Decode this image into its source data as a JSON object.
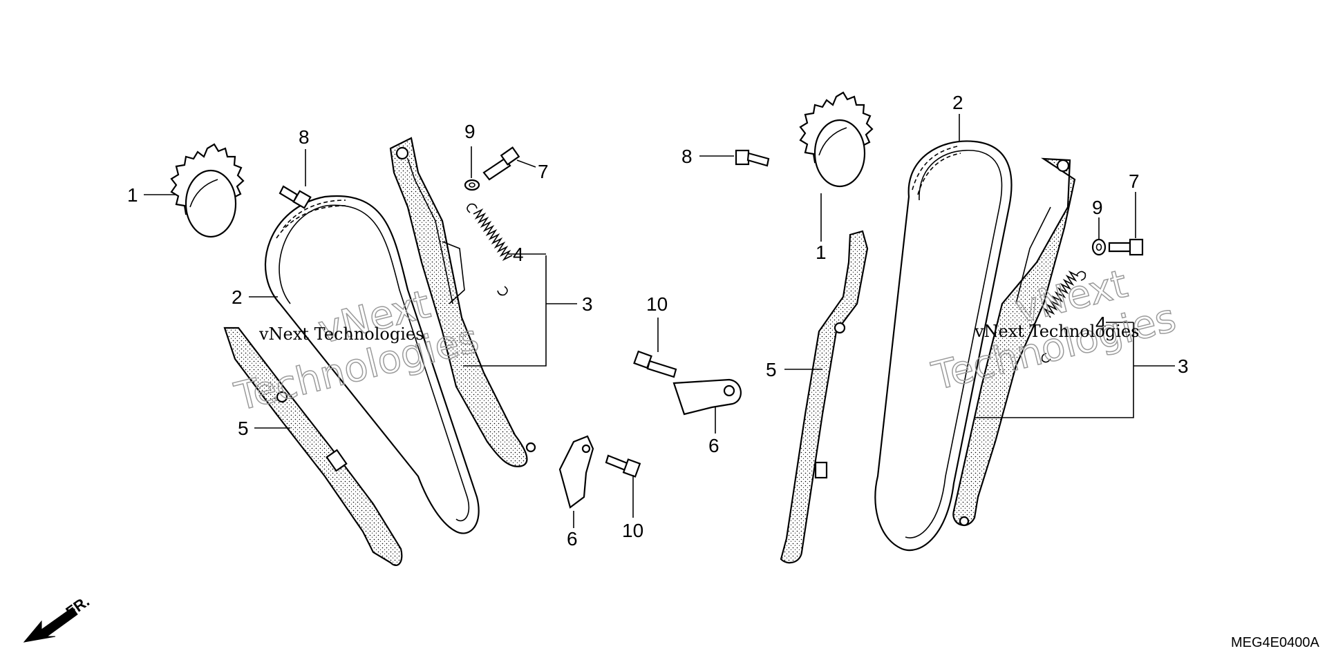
{
  "diagram": {
    "drawing_code": "MEG4E0400A",
    "front_indicator": "FR.",
    "watermark": {
      "line1": "vNext",
      "line2": "Technologies",
      "small": "vNext Technologies"
    },
    "left_assembly": {
      "callouts": [
        "1",
        "2",
        "3",
        "4",
        "5",
        "6",
        "7",
        "8",
        "9",
        "10",
        "10"
      ],
      "parts": [
        "cam-sprocket",
        "cam-chain",
        "tensioner-arm",
        "tensioner-spring",
        "chain-guide",
        "guide-plate",
        "bolt",
        "bolt",
        "washer",
        "bolt"
      ]
    },
    "right_assembly": {
      "callouts": [
        "1",
        "2",
        "3",
        "4",
        "5",
        "6",
        "7",
        "8",
        "9"
      ],
      "parts": [
        "cam-sprocket",
        "cam-chain",
        "tensioner-arm",
        "tensioner-spring",
        "chain-guide",
        "guide-plate",
        "bolt",
        "bolt",
        "washer"
      ]
    }
  }
}
